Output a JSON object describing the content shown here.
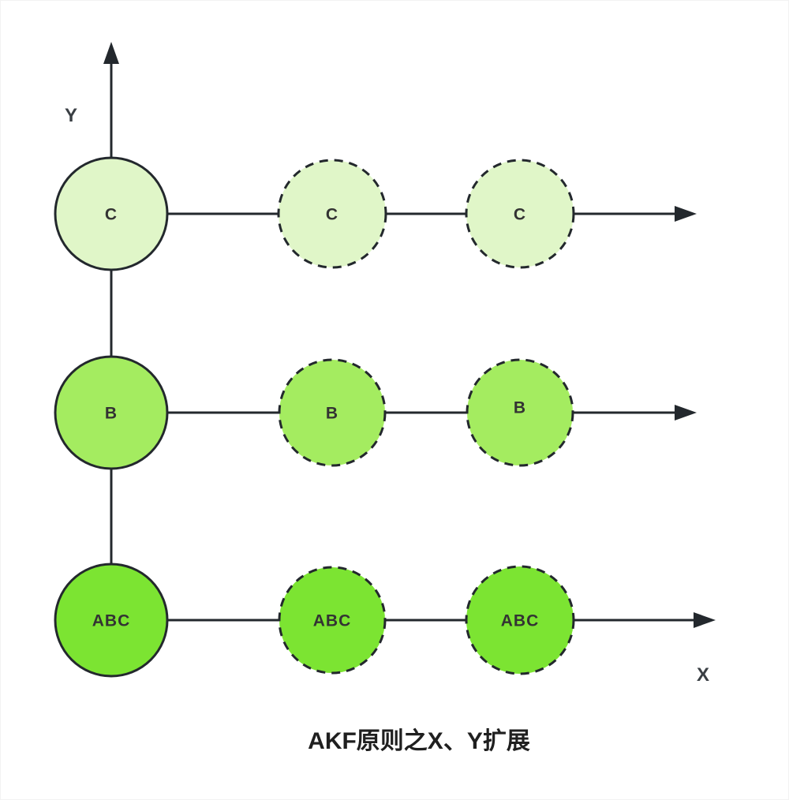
{
  "title": "AKF原则之X、Y扩展",
  "axes": {
    "x": "X",
    "y": "Y"
  },
  "colors": {
    "line": "#23282d",
    "node_border": "#23282d",
    "label_text": "#333333",
    "row_c_fill": "#e0f6c8",
    "row_b_fill": "#a4ec60",
    "row_abc_fill": "#7ce432"
  },
  "rows": [
    {
      "name": "C",
      "nodes": [
        "C",
        "C",
        "C"
      ]
    },
    {
      "name": "B",
      "nodes": [
        "B",
        "B",
        "B"
      ]
    },
    {
      "name": "ABC",
      "nodes": [
        "ABC",
        "ABC",
        "ABC"
      ]
    }
  ]
}
